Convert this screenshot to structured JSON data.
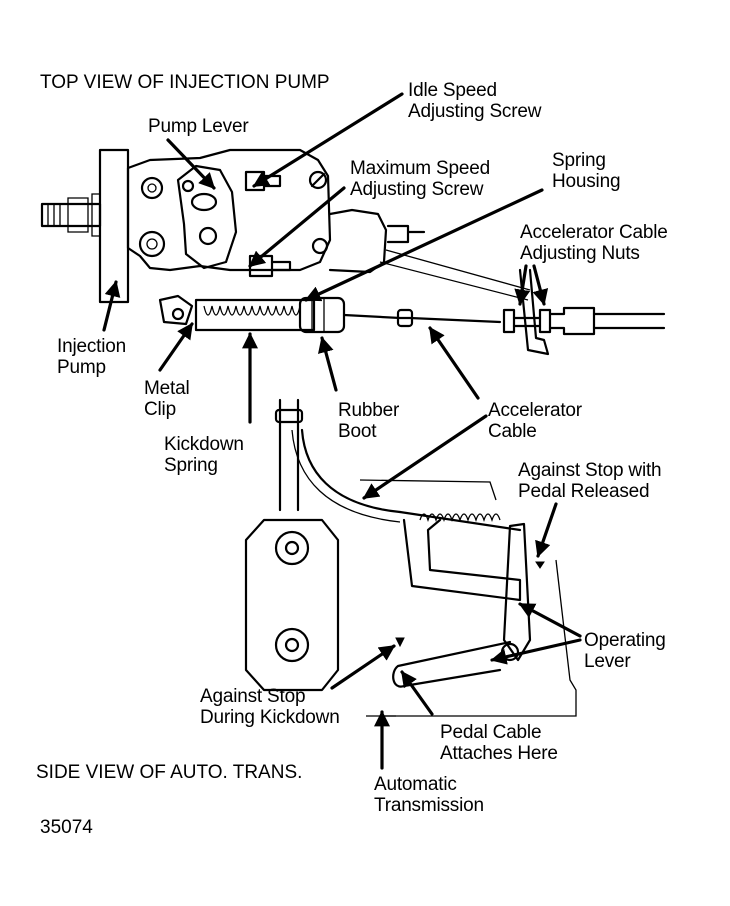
{
  "titles": {
    "top_view": "TOP VIEW OF INJECTION PUMP",
    "side_view": "SIDE VIEW OF AUTO. TRANS.",
    "figure_number": "35074"
  },
  "labels": {
    "idle_speed_screw": "Idle Speed\nAdjusting Screw",
    "pump_lever": "Pump Lever",
    "max_speed_screw": "Maximum Speed\nAdjusting Screw",
    "spring_housing": "Spring\nHousing",
    "cable_adjusting_nuts": "Accelerator Cable\nAdjusting Nuts",
    "injection_pump": "Injection\nPump",
    "metal_clip": "Metal\nClip",
    "rubber_boot": "Rubber\nBoot",
    "accelerator_cable": "Accelerator\nCable",
    "kickdown_spring": "Kickdown\nSpring",
    "stop_pedal_released": "Against Stop with\nPedal Released",
    "operating_lever": "Operating\nLever",
    "stop_during_kickdown": "Against Stop\nDuring Kickdown",
    "pedal_cable_attaches": "Pedal Cable\nAttaches Here",
    "automatic_transmission": "Automatic\nTransmission"
  }
}
